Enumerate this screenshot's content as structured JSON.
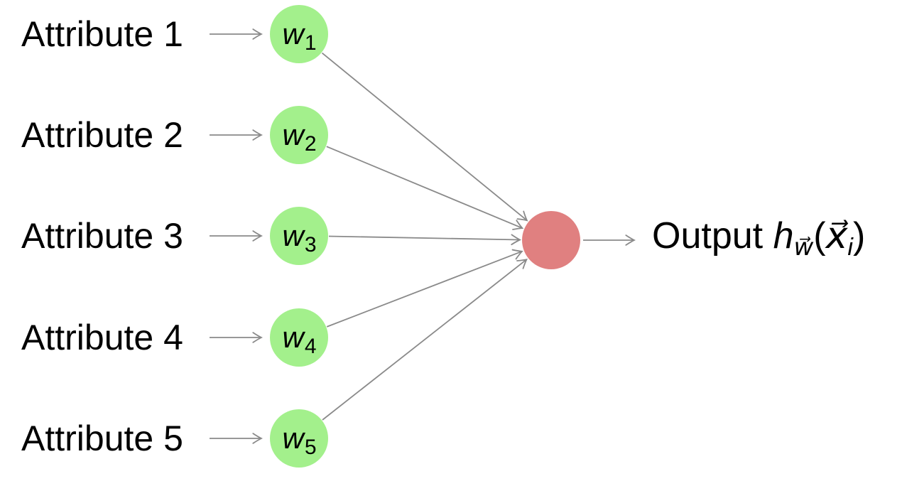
{
  "diagram": {
    "type": "perceptron-network-diagram",
    "inputs": [
      {
        "label": "Attribute 1",
        "weight": "w",
        "weight_sub": "1"
      },
      {
        "label": "Attribute 2",
        "weight": "w",
        "weight_sub": "2"
      },
      {
        "label": "Attribute 3",
        "weight": "w",
        "weight_sub": "3"
      },
      {
        "label": "Attribute 4",
        "weight": "w",
        "weight_sub": "4"
      },
      {
        "label": "Attribute 5",
        "weight": "w",
        "weight_sub": "5"
      }
    ],
    "output": {
      "word": "Output",
      "h": "h",
      "h_sub": "w⃗",
      "open_paren": "(",
      "x": "x⃗",
      "x_sub": "i",
      "close_paren": ")"
    },
    "colors": {
      "input_node": "#a3f08c",
      "output_node": "#e08080",
      "arrow": "#8a8a8a",
      "text": "#000000"
    }
  }
}
